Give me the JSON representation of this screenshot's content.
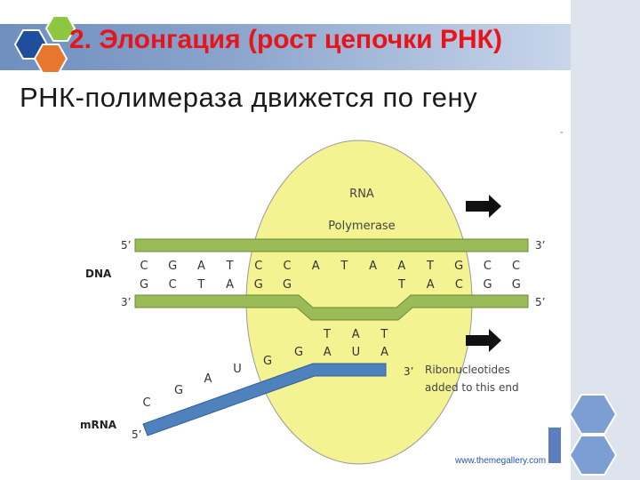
{
  "slide": {
    "title": "2. Элонгация (рост цепочки РНК)",
    "subtitle": "РНК-полимераза движется по гену",
    "footer_url": "www.themegallery.com"
  },
  "colors": {
    "title_red": "#e8141c",
    "dna_green": "#9bbb59",
    "mrna_blue": "#4f81bd",
    "polymerase_yellow": "#f4f391",
    "hex_blue": "#1f4e9d",
    "hex_green": "#8dc63f",
    "hex_orange": "#e8772e"
  },
  "diagram": {
    "polymerase_label_1": "RNA",
    "polymerase_label_2": "Polymerase",
    "dna_label": "DNA",
    "mrna_label": "mRNA",
    "top_strand_5": "5’",
    "top_strand_3": "3’",
    "bottom_strand_3": "3’",
    "bottom_strand_5": "5’",
    "top_bases": [
      "C",
      "G",
      "A",
      "T",
      "C",
      "C",
      "A",
      "T",
      "A",
      "A",
      "T",
      "G",
      "C",
      "C"
    ],
    "bottom_bases_left": [
      "G",
      "C",
      "T",
      "A",
      "G",
      "G"
    ],
    "bottom_bases_right": [
      "T",
      "A",
      "C",
      "G",
      "G"
    ],
    "rna_paired_top": [
      "T",
      "A",
      "T"
    ],
    "rna_paired_bottom": [
      "G",
      "A",
      "U",
      "A"
    ],
    "rna_diagonal": [
      "C",
      "G",
      "A",
      "U",
      "G"
    ],
    "rna_3_end": "3’",
    "rna_5_end": "5’",
    "note_line_1": "Ribonucleotides",
    "note_line_2": "added to this end",
    "corner_mark": "-"
  }
}
